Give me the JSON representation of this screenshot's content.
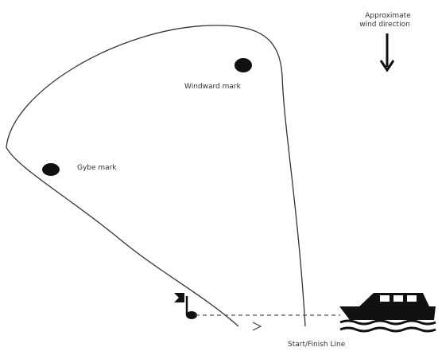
{
  "wind": {
    "label_line1": "Approximate",
    "label_line2": "wind direction"
  },
  "marks": {
    "windward": "Windward mark",
    "gybe": "Gybe mark"
  },
  "start_finish": "Start/Finish Line"
}
